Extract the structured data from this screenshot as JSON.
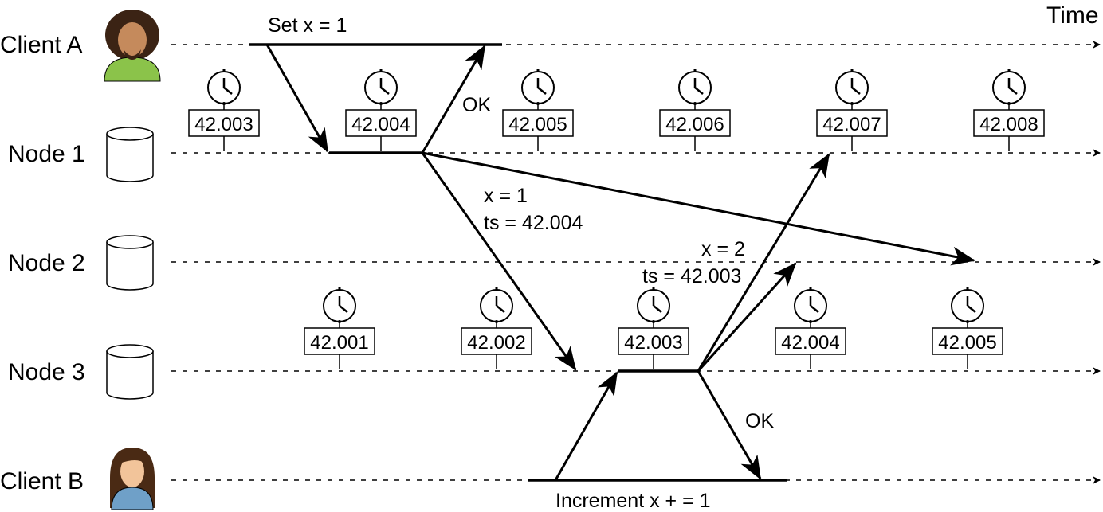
{
  "time_label": "Time",
  "rows": [
    {
      "name": "Client A",
      "kind": "client-a"
    },
    {
      "name": "Node 1",
      "kind": "node"
    },
    {
      "name": "Node 2",
      "kind": "node"
    },
    {
      "name": "Node 3",
      "kind": "node"
    },
    {
      "name": "Client B",
      "kind": "client-b"
    }
  ],
  "node1_clocks": [
    "42.003",
    "42.004",
    "42.005",
    "42.006",
    "42.007",
    "42.008"
  ],
  "node3_clocks": [
    "42.001",
    "42.002",
    "42.003",
    "42.004",
    "42.005"
  ],
  "messages": {
    "set_request": "Set x = 1",
    "ok_to_a": "OK",
    "replicate_value": "x = 1",
    "replicate_ts": "ts = 42.004",
    "replicate2_value": "x = 2",
    "replicate2_ts": "ts = 42.003",
    "ok_to_b": "OK",
    "increment_request": "Increment x + = 1"
  },
  "colors": {
    "line": "#000000",
    "client_a_shirt": "#8bc34a",
    "client_a_skin": "#c58a5c",
    "client_a_hair": "#3b2314",
    "client_b_shirt": "#6fa0c8",
    "client_b_skin": "#f2c49a",
    "client_b_hair": "#4a2a14"
  }
}
